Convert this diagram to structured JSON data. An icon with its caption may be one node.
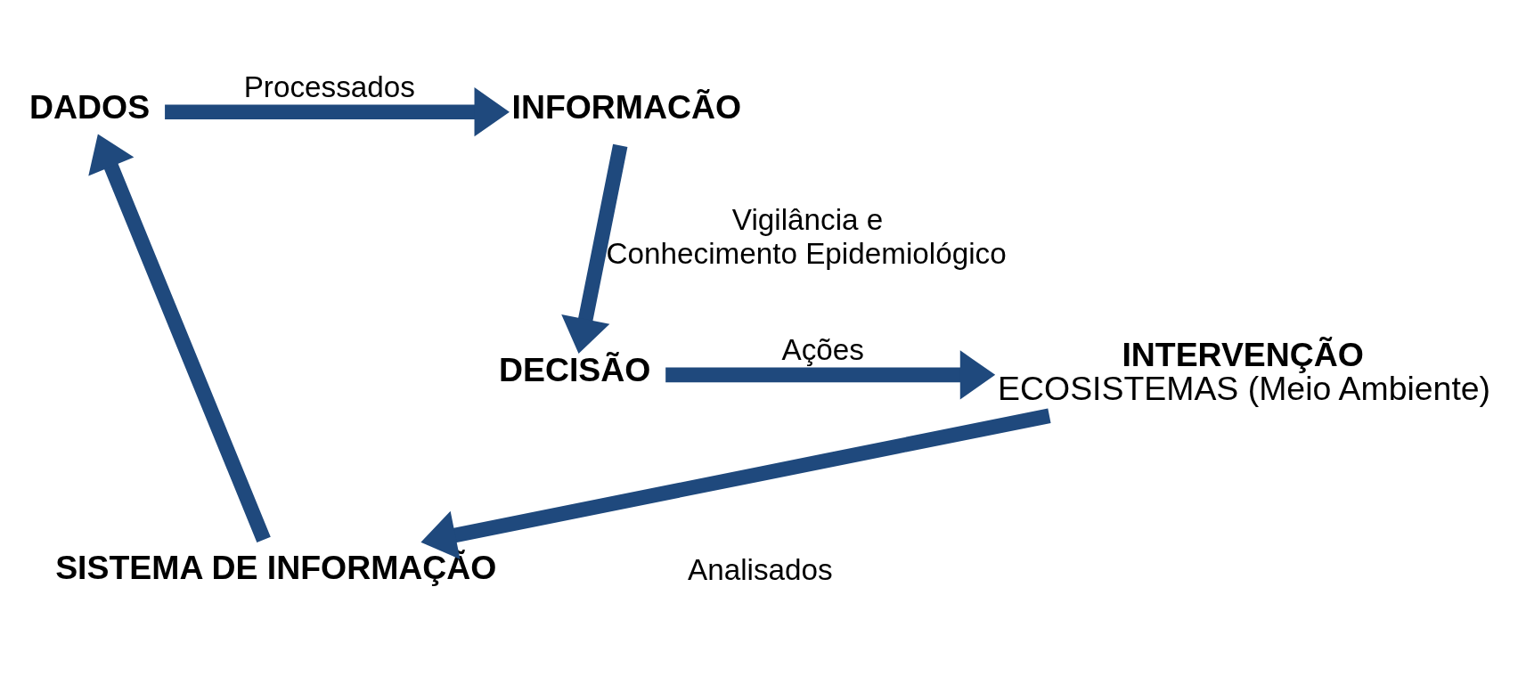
{
  "diagram": {
    "nodes": [
      {
        "text": [
          "DADOS"
        ]
      },
      {
        "text": [
          "INFORMACÃO"
        ]
      },
      {
        "text": [
          "DECISÃO"
        ]
      },
      {
        "text": [
          "INTERVENÇÃO",
          "ECOSISTEMAS (Meio Ambiente)"
        ]
      },
      {
        "text": [
          "SISTEMA DE INFORMAÇÃO"
        ]
      }
    ],
    "edges": [
      {
        "from": 0,
        "to": 1,
        "arrow": "to",
        "label": "Processados"
      },
      {
        "from": 1,
        "to": 2,
        "arrow": "to",
        "label": "Vigilância e Conhecimento Epidemiológico"
      },
      {
        "from": 2,
        "to": 3,
        "arrow": "to",
        "label": "Ações"
      },
      {
        "from": 3,
        "to": 4,
        "arrow": "to"
      },
      {
        "from": 4,
        "to": 0,
        "arrow": "to"
      }
    ],
    "labels": [
      "Analisados"
    ]
  }
}
